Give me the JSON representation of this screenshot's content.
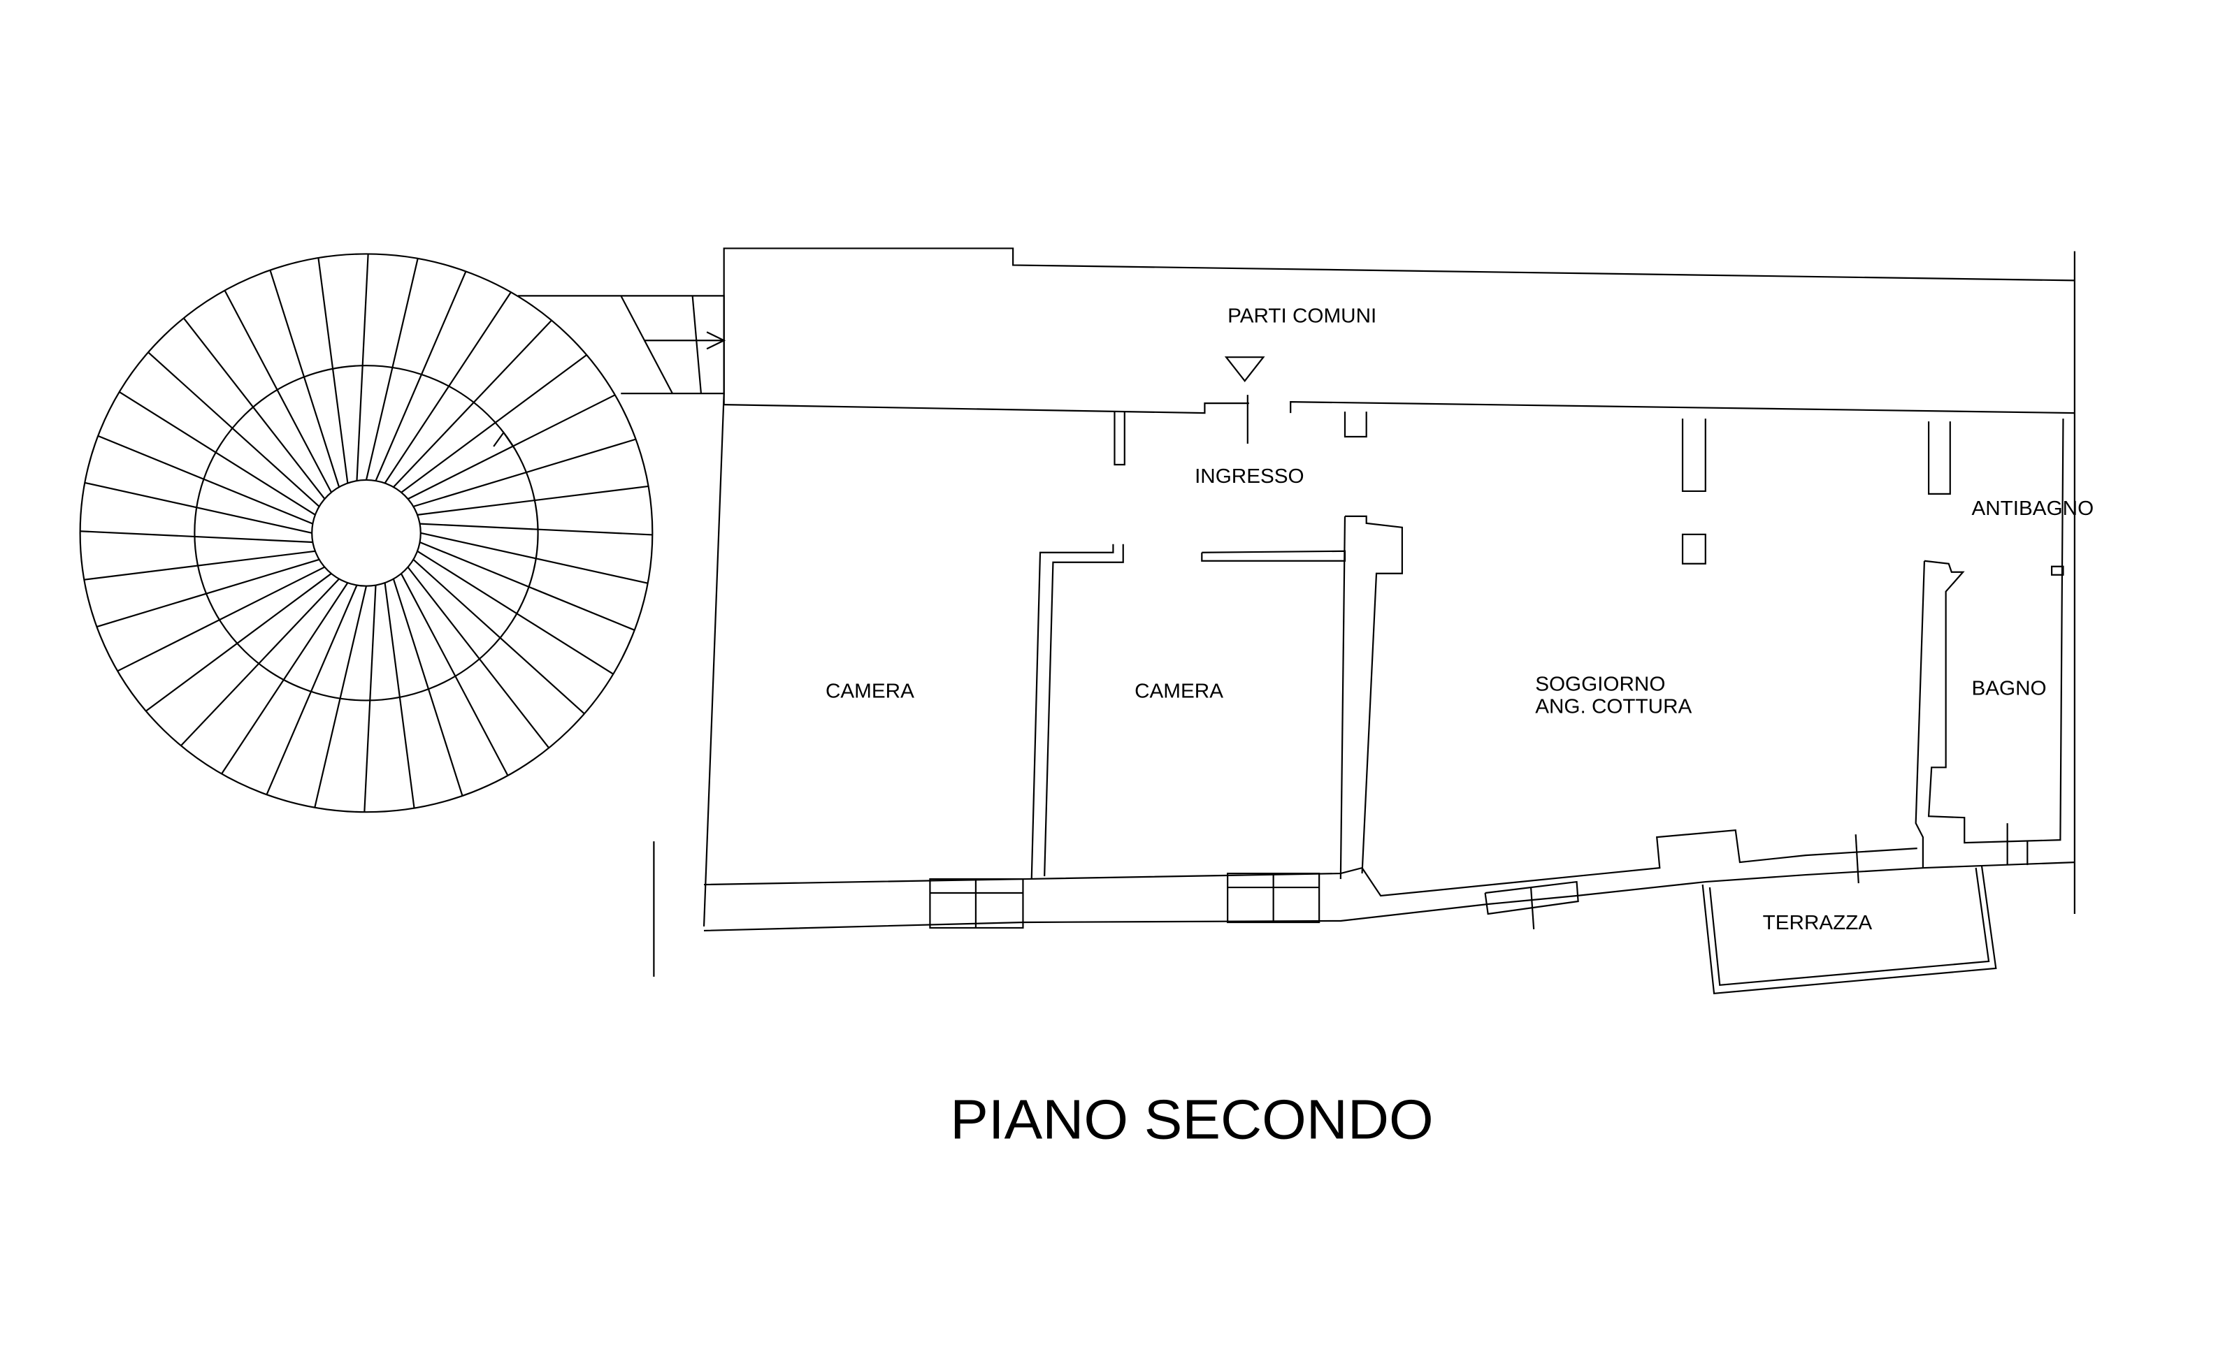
{
  "title": "PIANO SECONDO",
  "rooms": {
    "parti_comuni": "PARTI COMUNI",
    "ingresso": "INGRESSO",
    "antibagno": "ANTIBAGNO",
    "camera_1": "CAMERA",
    "camera_2": "CAMERA",
    "soggiorno_line1": "SOGGIORNO",
    "soggiorno_line2": "ANG. COTTURA",
    "bagno": "BAGNO",
    "terrazza": "TERRAZZA"
  },
  "staircase": {
    "type": "spiral",
    "step_count": 36
  }
}
